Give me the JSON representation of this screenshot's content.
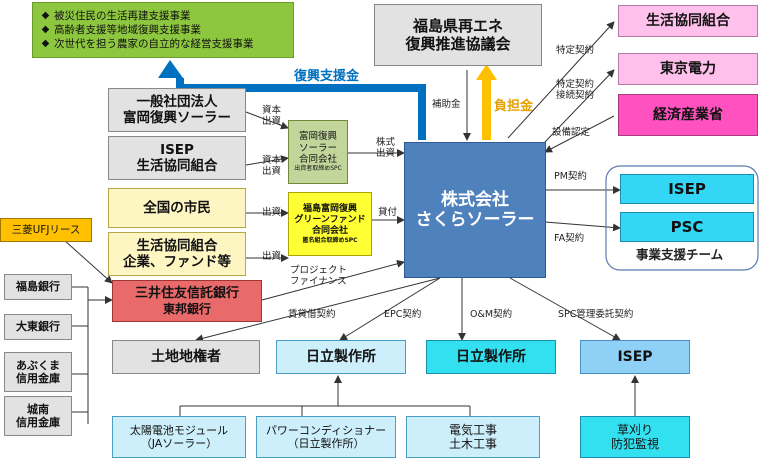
{
  "colors": {
    "green_box": "#8dc63f",
    "grey_box": "#e2e2e2",
    "cream_box": "#fdf6c3",
    "bright_yellow": "#ffff33",
    "dark_olive": "#c2d69b",
    "orange_box": "#ffc000",
    "pink_box": "#ffc0ec",
    "magenta_box": "#ff52c0",
    "blue_center": "#4f81bd",
    "cyan_box": "#33d6f5",
    "sky_box": "#8fd0f7",
    "red_box": "#e96a6a",
    "blue_arrow": "#0070c0",
    "orange_arrow": "#ffc000"
  },
  "top_left_green": {
    "items": [
      "被災住民の生活再建支援事業",
      "高齢者支援等地域復興支援事業",
      "次世代を担う農家の自立的な経営支援事業"
    ]
  },
  "top_center": {
    "line1": "福島県再エネ",
    "line2": "復興推進協議会"
  },
  "arrows": {
    "fukko_shien": "復興支援金",
    "futan": "負担金"
  },
  "labels": {
    "hojokin": "補助金",
    "tokutei_keiyaku": "特定契約",
    "tokutei_setsuzoku": "特定契約\n接続契約",
    "setsubi_nintei": "設備認定",
    "pm_keiyaku": "PM契約",
    "fa_keiyaku": "FA契約",
    "kabushiki_shusshi": "株式\n出資",
    "shihon_shusshi1": "資本\n出資",
    "shihon_shusshi2": "資本\n出資",
    "shusshi1": "出資",
    "shusshi2": "出資",
    "kashitsuke": "貸付",
    "project_finance": "プロジェクト\nファイナンス",
    "chintaishaku": "賃貸借契約",
    "epc": "EPC契約",
    "om": "O&M契約",
    "spc_kanri": "SPC管理委託契約"
  },
  "left_boxes": {
    "ippan": {
      "line1": "一般社団法人",
      "line2": "富岡復興ソーラー"
    },
    "isep_coop": {
      "line1": "ISEP",
      "line2": "生活協同組合"
    },
    "zenkoku": "全国の市民",
    "coop_firms": {
      "line1": "生活協同組合",
      "line2": "企業、ファンド等"
    }
  },
  "spc1": {
    "line1": "富岡復興",
    "line2": "ソーラー",
    "line3": "合同会社",
    "line4": "出資者取締めSPC"
  },
  "spc2": {
    "line1": "福島富岡復興",
    "line2": "グリーンファンド",
    "line3": "合同会社",
    "line4": "匿名組合取締めSPC"
  },
  "center": {
    "line1": "株式会社",
    "line2": "さくらソーラー"
  },
  "right_boxes": {
    "seikyo": "生活協同組合",
    "tepco": "東京電力",
    "meti": "経済産業省",
    "isep": "ISEP",
    "psc": "PSC",
    "team": "事業支援チーム"
  },
  "banks": {
    "mufg": "三菱UFJリース",
    "fukushima": "福島銀行",
    "daito": "大東銀行",
    "abukuma": {
      "line1": "あぶくま",
      "line2": "信用金庫"
    },
    "jonan": {
      "line1": "城南",
      "line2": "信用金庫"
    },
    "smtb": {
      "line1": "三井住友信託銀行",
      "line2": "東邦銀行"
    }
  },
  "bottom": {
    "landowner": "土地地権者",
    "hitachi_epc": "日立製作所",
    "hitachi_om": "日立製作所",
    "isep_bottom": "ISEP",
    "module": {
      "line1": "太陽電池モジュール",
      "line2": "（JAソーラー）"
    },
    "pcs": {
      "line1": "パワーコンディショナー",
      "line2": "（日立製作所）"
    },
    "denki": {
      "line1": "電気工事",
      "line2": "土木工事"
    },
    "kusakari": {
      "line1": "草刈り",
      "line2": "防犯監視"
    }
  }
}
